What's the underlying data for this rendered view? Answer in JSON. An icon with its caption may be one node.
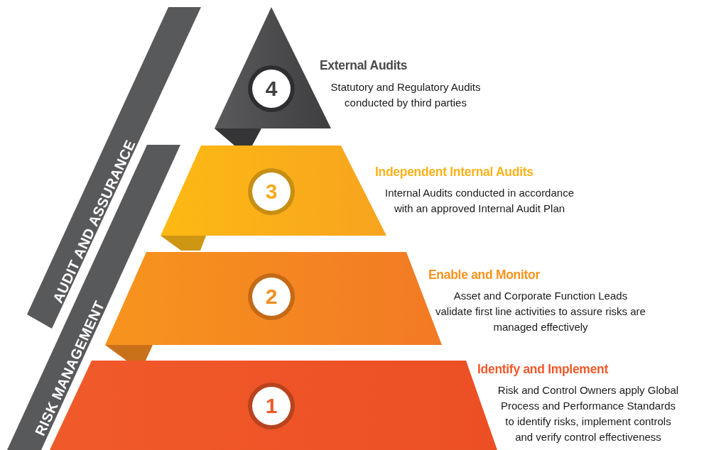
{
  "diagram": {
    "nodes": [
      {
        "text": [
          "AUDIT AND ASSURANCE"
        ]
      },
      {
        "text": [
          "4"
        ],
        "beside": [
          "External Audits",
          "Statutory and Regulatory Audits conducted by third parties"
        ]
      },
      {
        "text": [
          "RISK MANAGEMENT"
        ]
      },
      {
        "text": [
          "3"
        ],
        "beside": [
          "Independent Internal Audits",
          "Internal Audits conducted in accordance with an approved Internal Audit Plan"
        ]
      },
      {
        "text": [
          "2"
        ],
        "beside": [
          "Enable and Monitor",
          "Asset and Corporate Function Leads validate first line activities to assure risks are managed effectively"
        ]
      },
      {
        "text": [
          "1"
        ],
        "beside": [
          "Identify and Implement",
          "Risk and Control Owners apply Global Process and Performance Standards to identify risks, implement controls and verify control effectiveness"
        ]
      }
    ]
  }
}
